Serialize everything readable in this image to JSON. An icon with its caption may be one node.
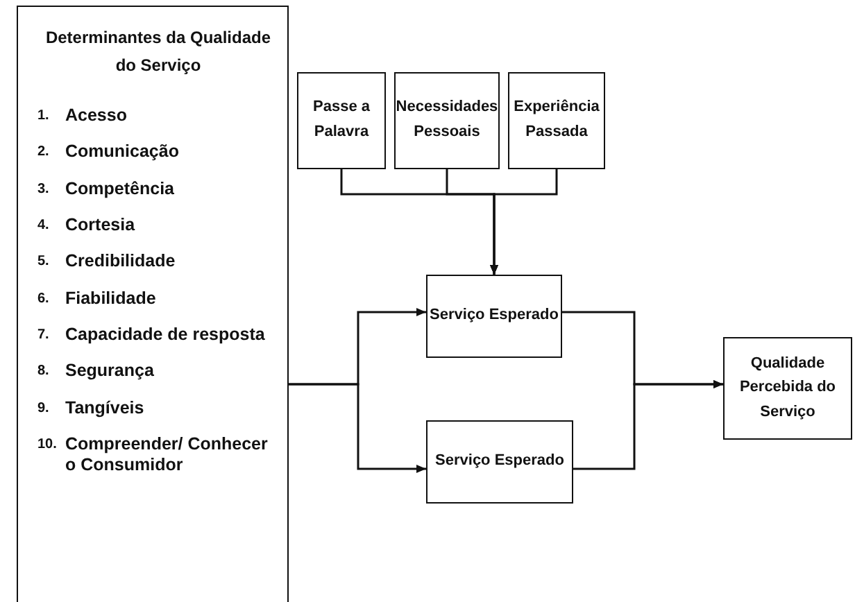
{
  "diagram": {
    "nodes": [
      {
        "text": [
          "Determinantes da Qualidade do Serviço",
          "1. Acesso",
          "2. Comunicação",
          "3. Competência",
          "4. Cortesia",
          "5. Credibilidade",
          "6. Fiabilidade",
          "7. Capacidade de resposta",
          "8. Segurança",
          "9. Tangíveis",
          "10. Compreender/ Conhecer o Consumidor"
        ]
      },
      {
        "text": [
          "Passe a Palavra"
        ]
      },
      {
        "text": [
          "Necessidades Pessoais"
        ]
      },
      {
        "text": [
          "Experiência Passada"
        ]
      },
      {
        "text": [
          "Serviço Esperado"
        ]
      },
      {
        "text": [
          "Serviço Esperado"
        ]
      },
      {
        "text": [
          "Qualidade Percebida do Serviço"
        ]
      }
    ],
    "edges": [
      {
        "from": 1,
        "to": 4,
        "arrow": "to"
      },
      {
        "from": 2,
        "to": 4,
        "arrow": "to"
      },
      {
        "from": 3,
        "to": 4,
        "arrow": "to"
      },
      {
        "from": 0,
        "to": 4,
        "arrow": "to"
      },
      {
        "from": 0,
        "to": 5,
        "arrow": "to"
      },
      {
        "from": 4,
        "to": 6,
        "arrow": "to"
      },
      {
        "from": 5,
        "to": 6,
        "arrow": "to"
      }
    ]
  }
}
